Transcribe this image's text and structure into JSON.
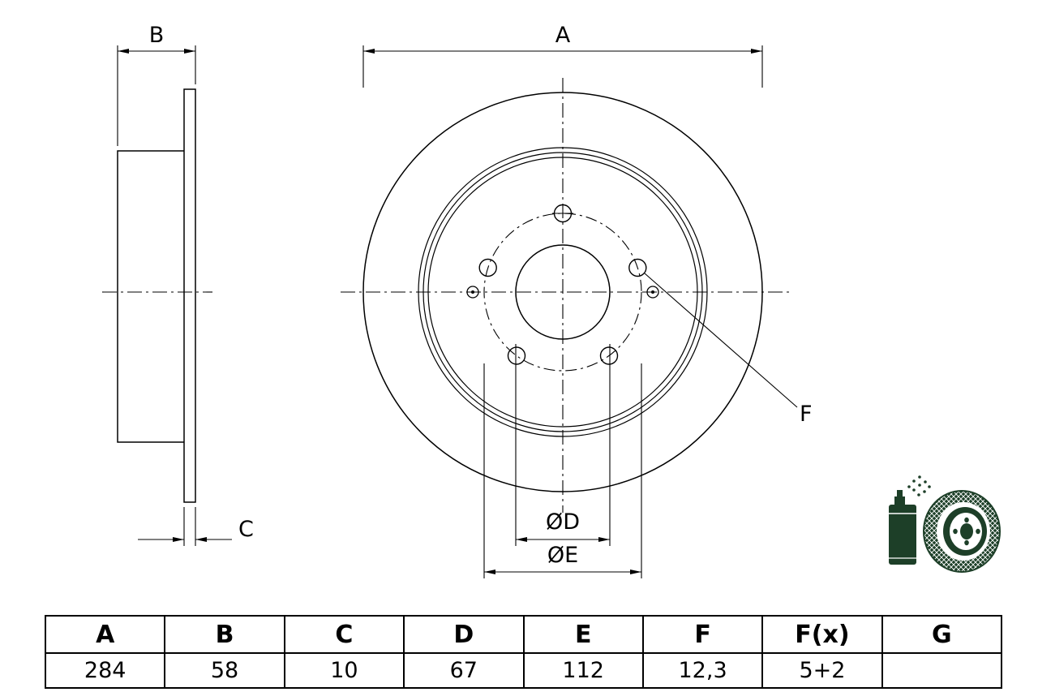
{
  "drawing": {
    "dim_a": "A",
    "dim_b": "B",
    "dim_c": "C",
    "dim_f": "F",
    "dim_d": "ØD",
    "dim_e": "ØE"
  },
  "table": {
    "headers": [
      "A",
      "B",
      "C",
      "D",
      "E",
      "F",
      "F(x)",
      "G"
    ],
    "values": [
      "284",
      "58",
      "10",
      "67",
      "112",
      "12,3",
      "5+2",
      ""
    ]
  },
  "colors": {
    "line": "#000000",
    "icon_green": "#1d3f28",
    "background": "#ffffff"
  }
}
